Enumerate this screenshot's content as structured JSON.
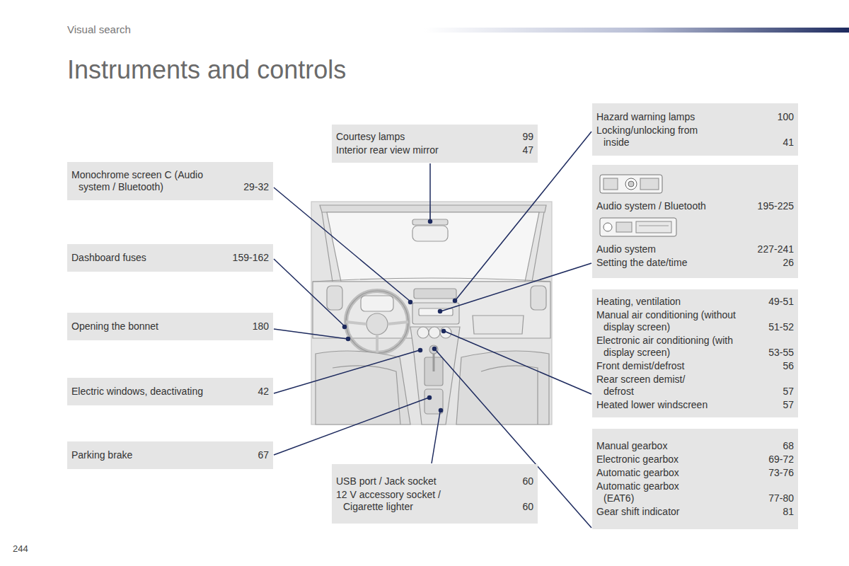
{
  "diagram": {
    "title": "Instruments and controls",
    "nodes": [
      {
        "text": [
          "Hazard warning lamps",
          "100",
          "Locking/unlocking from inside",
          "41"
        ]
      },
      {
        "text": [
          "Courtesy lamps",
          "99",
          "Interior rear view mirror",
          "47"
        ]
      },
      {
        "text": [
          "Monochrome screen C (Audio system / Bluetooth)",
          "29-32"
        ]
      },
      {
        "text": [
          "Audio system / Bluetooth",
          "195-225",
          "Audio system",
          "227-241",
          "Setting the date/time",
          "26"
        ]
      },
      {
        "text": [
          "Dashboard fuses",
          "159-162"
        ]
      },
      {
        "text": [
          "Heating, ventilation",
          "49-51",
          "Manual air conditioning (without display screen)",
          "51-52",
          "Electronic air conditioning (with display screen)",
          "53-55",
          "Front demist/defrost",
          "56",
          "Rear screen demist/ defrost",
          "57",
          "Heated lower windscreen",
          "57"
        ]
      },
      {
        "text": [
          "Opening the bonnet",
          "180"
        ]
      },
      {
        "text": [
          "Electric windows, deactivating",
          "42"
        ]
      },
      {
        "text": [
          "Parking brake",
          "67"
        ]
      },
      {
        "text": [
          "Manual gearbox",
          "68",
          "Electronic gearbox",
          "69-72",
          "Automatic gearbox",
          "73-76",
          "Automatic gearbox (EAT6)",
          "77-80",
          "Gear shift indicator",
          "81"
        ]
      },
      {
        "text": [
          "USB port / Jack socket",
          "60",
          "12 V accessory socket / Cigarette lighter",
          "60"
        ]
      }
    ],
    "labels": [
      "Visual search",
      "244"
    ]
  }
}
